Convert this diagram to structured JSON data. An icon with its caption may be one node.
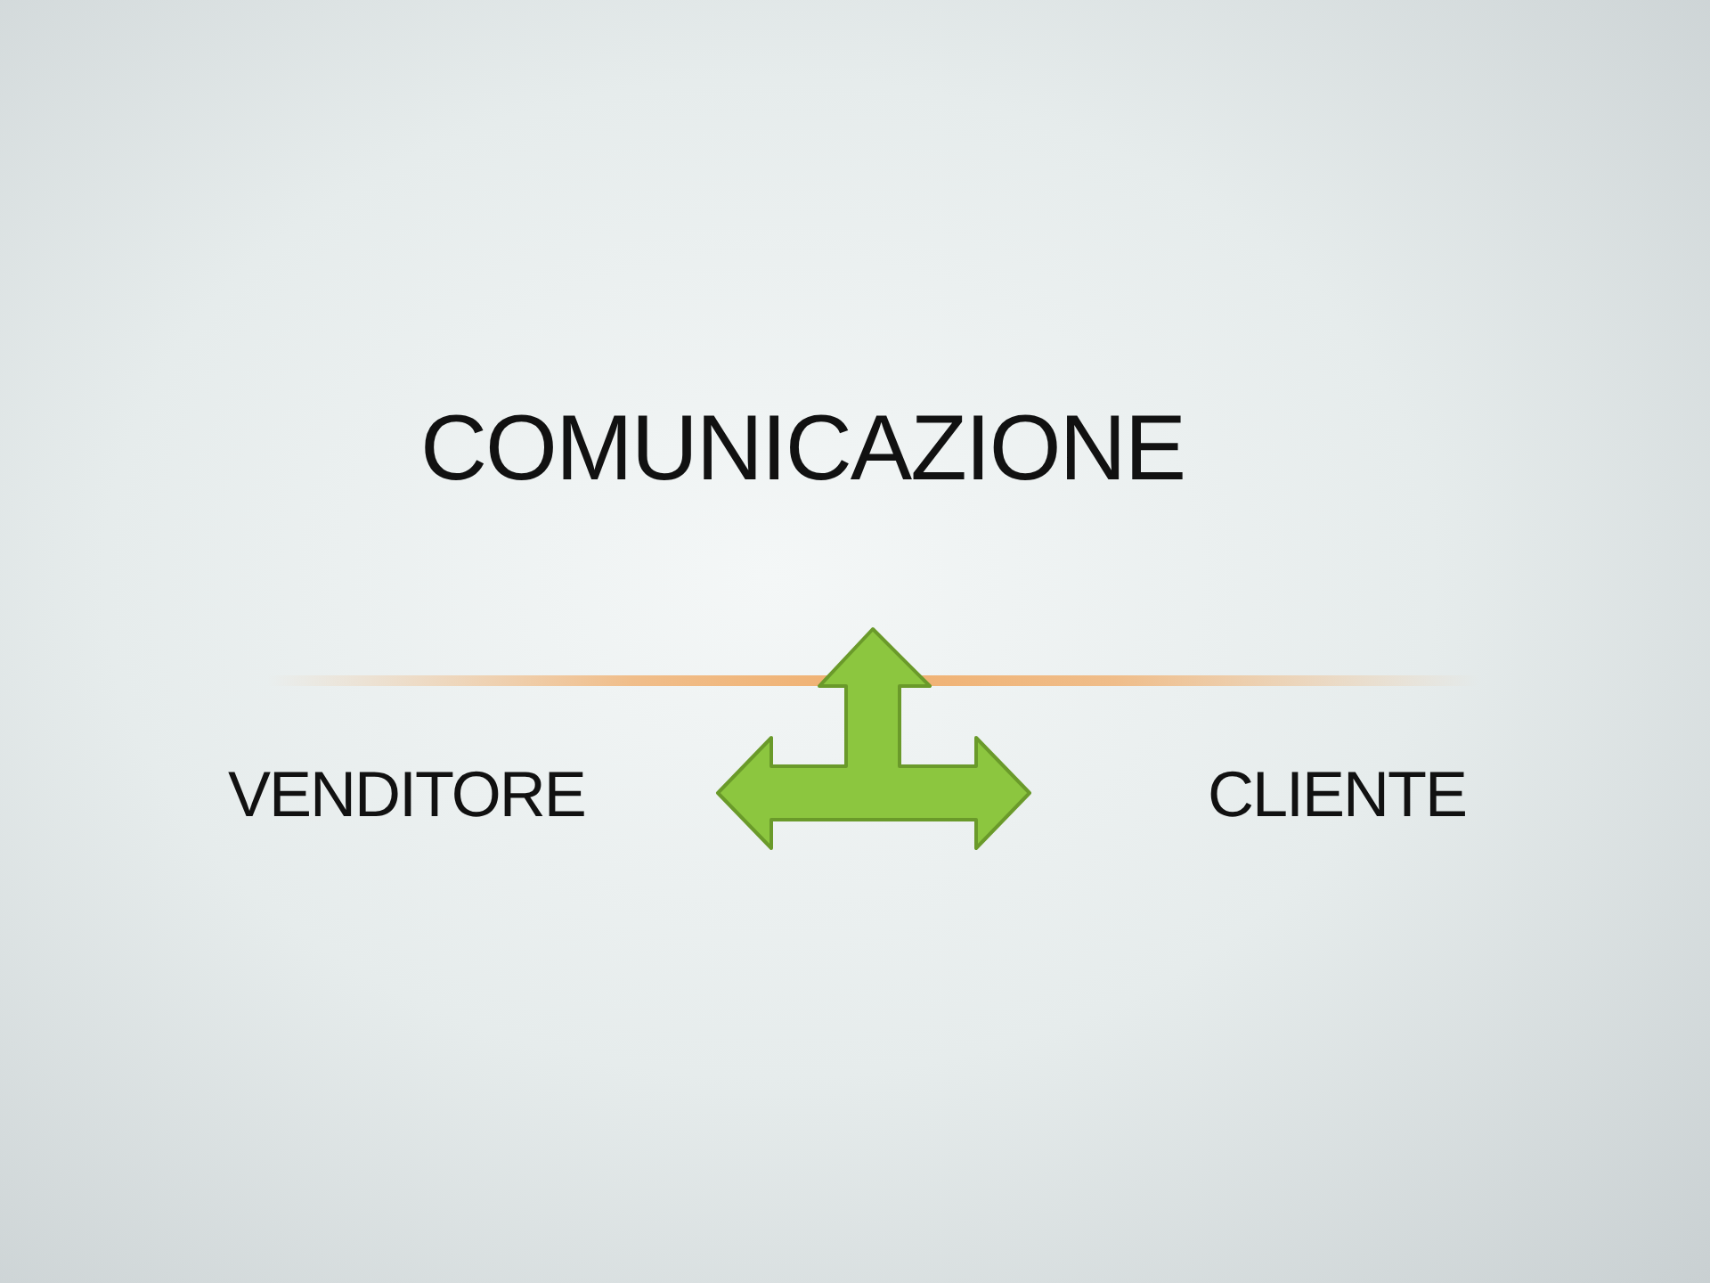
{
  "diagram": {
    "title": "COMUNICAZIONE",
    "nodes": [
      {
        "text": [
          "VENDITORE"
        ]
      },
      {
        "text": [],
        "shape": "arrow"
      },
      {
        "text": [
          "CLIENTE"
        ]
      }
    ]
  }
}
